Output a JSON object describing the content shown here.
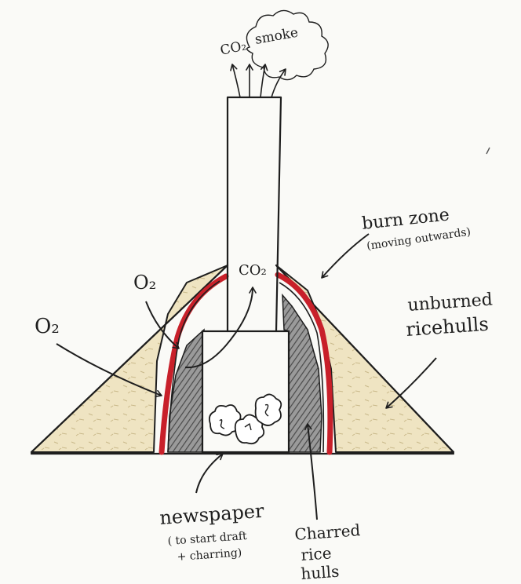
{
  "labels": {
    "co2_top": "CO₂",
    "smoke": "smoke",
    "co2_chimney": "CO₂",
    "o2_upper": "O₂",
    "o2_left": "O₂",
    "burn_zone": "burn zone",
    "burn_zone_note": "(moving outwards)",
    "unburned_line1": "unburned",
    "unburned_line2": "ricehulls",
    "newspaper": "newspaper",
    "newspaper_note_line1": "( to start draft",
    "newspaper_note_line2": "+ charring)",
    "charred_line1": "Charred",
    "charred_line2": "rice",
    "charred_line3": "hulls"
  },
  "colors": {
    "ink": "#1e1e1e",
    "unburned_fill": "#efe4c2",
    "burn_zone": "#c8202a",
    "charred_fill": "#8a8a8a",
    "paper": "#fafaf7"
  }
}
